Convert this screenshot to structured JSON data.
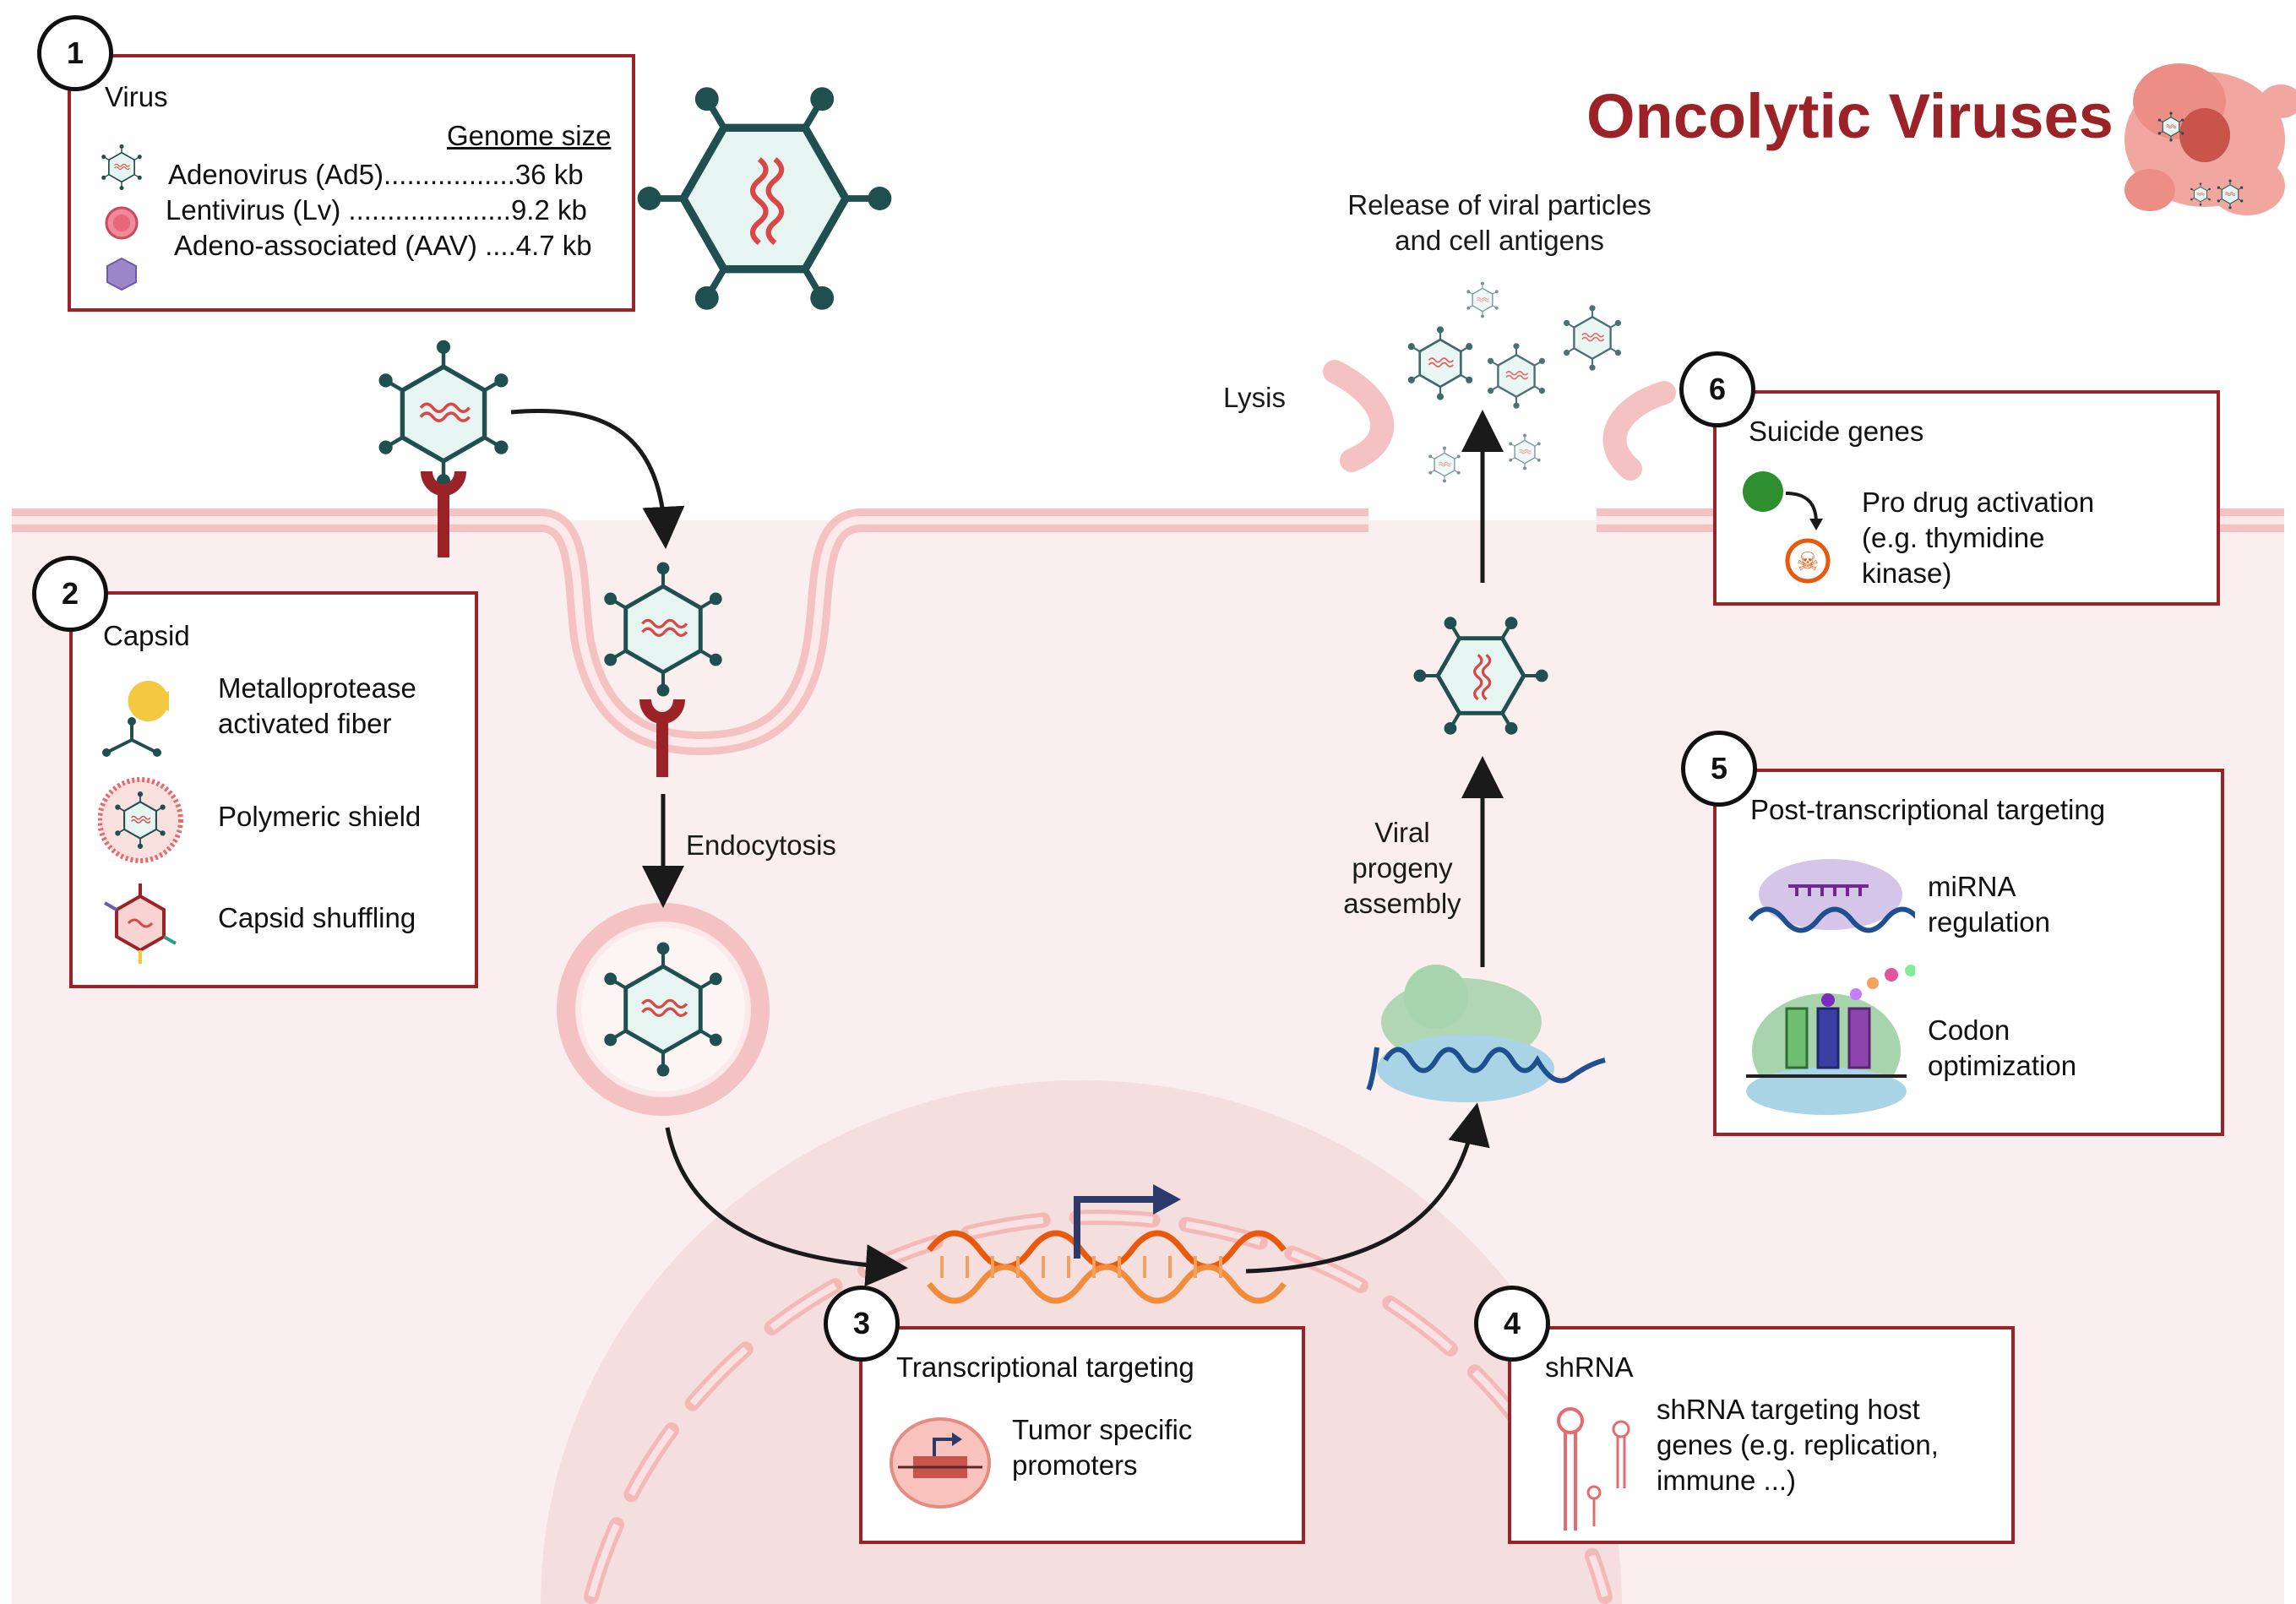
{
  "title": "Oncolytic Viruses",
  "colors": {
    "accent": "#9b2226",
    "membrane": "#f4c9c9",
    "cytoplasm": "#fbeeee",
    "nucleus": "#f5dede",
    "virus_fill": "#e6f5f1",
    "virus_stroke": "#1f4f4f"
  },
  "steps": {
    "s1": {
      "number": "1",
      "title": "Virus",
      "header": "Genome size",
      "rows": [
        {
          "name": "Adenovirus (Ad5).................36 kb",
          "icon": "adenovirus-icon"
        },
        {
          "name": "Lentivirus (Lv) .....................9.2 kb",
          "icon": "lentivirus-icon"
        },
        {
          "name": "Adeno-associated (AAV) ....4.7 kb",
          "icon": "aav-icon"
        }
      ]
    },
    "s2": {
      "number": "2",
      "title": "Capsid",
      "items": [
        {
          "label": "Metalloprotease\nactivated fiber",
          "icon": "pacman-fiber-icon"
        },
        {
          "label": "Polymeric shield",
          "icon": "shielded-virus-icon"
        },
        {
          "label": "Capsid shuffling",
          "icon": "shuffled-capsid-icon"
        }
      ]
    },
    "s3": {
      "number": "3",
      "title": "Transcriptional targeting",
      "item": "Tumor specific\npromoters"
    },
    "s4": {
      "number": "4",
      "title": "shRNA",
      "item": "shRNA targeting host\ngenes (e.g. replication,\nimmune ...)"
    },
    "s5": {
      "number": "5",
      "title": "Post-transcriptional targeting",
      "items": [
        {
          "label": "miRNA\nregulation",
          "icon": "mirna-icon"
        },
        {
          "label": "Codon\noptimization",
          "icon": "ribosome-icon"
        }
      ]
    },
    "s6": {
      "number": "6",
      "title": "Suicide genes",
      "item": "Pro drug activation\n(e.g. thymidine\nkinase)"
    }
  },
  "labels": {
    "endocytosis": "Endocytosis",
    "assembly": "Viral\nprogeny\nassembly",
    "release": "Release of viral particles\nand cell antigens",
    "lysis": "Lysis"
  }
}
